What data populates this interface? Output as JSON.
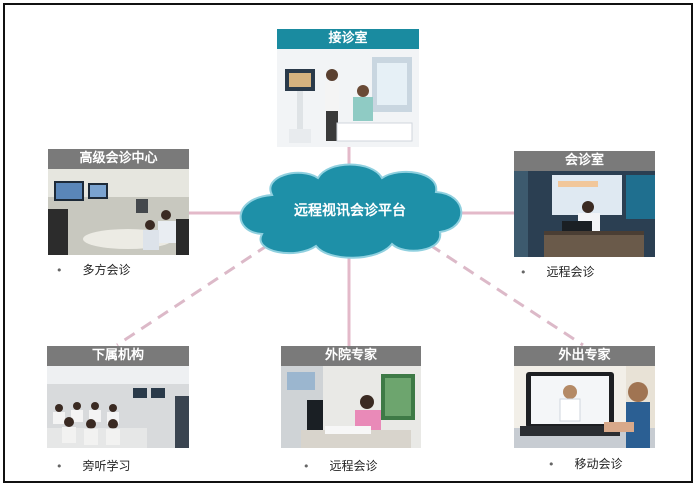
{
  "platform": {
    "label": "远程视讯会诊平台"
  },
  "nodes": {
    "reception": {
      "title": "接诊室",
      "caption": ""
    },
    "advanced": {
      "title": "高级会诊中心",
      "caption": "多方会诊"
    },
    "consult": {
      "title": "会诊室",
      "caption": "远程会诊"
    },
    "branch": {
      "title": "下属机构",
      "caption": "旁听学习"
    },
    "external": {
      "title": "外院专家",
      "caption": "远程会诊"
    },
    "traveling": {
      "title": "外出专家",
      "caption": "移动会诊"
    }
  },
  "colors": {
    "title_bg_teal": "#1a8ba0",
    "title_bg_gray": "#7a7a7a",
    "cloud": "#1e90a8",
    "link_solid": "#e3b9c9",
    "link_dashed": "#dcb9c8"
  },
  "icons": {
    "bullet": "•"
  }
}
